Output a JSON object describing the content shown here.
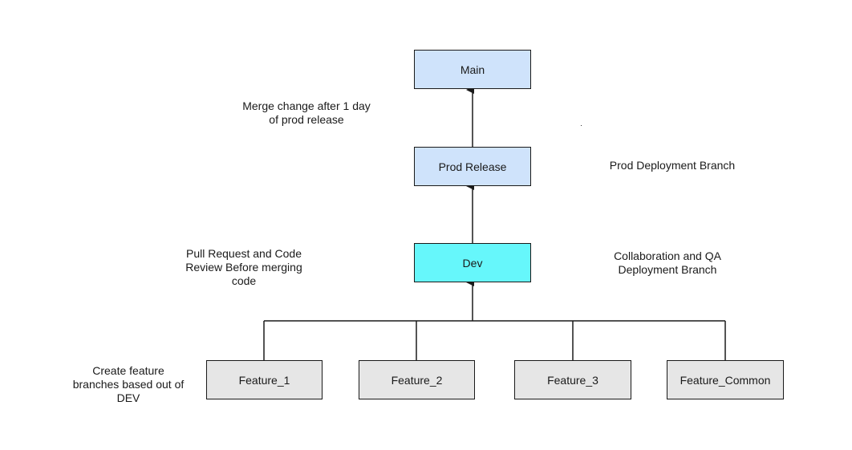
{
  "nodes": {
    "main": "Main",
    "prod_release": "Prod Release",
    "dev": "Dev",
    "feature_1": "Feature_1",
    "feature_2": "Feature_2",
    "feature_3": "Feature_3",
    "feature_common": "Feature_Common"
  },
  "notes": {
    "merge_after_release": "Merge change after 1 day\nof prod release",
    "prod_deployment": "Prod Deployment Branch",
    "pull_request": "Pull Request and Code\nReview Before merging\ncode",
    "collaboration_qa": "Collaboration and QA\nDeployment Branch",
    "create_feature": "Create feature\nbranches based out of\nDEV"
  },
  "colors": {
    "branch_blue": "#cfe3fb",
    "dev_cyan": "#66f7fb",
    "feature_gray": "#e6e6e6",
    "stroke": "#1a1a1a"
  }
}
